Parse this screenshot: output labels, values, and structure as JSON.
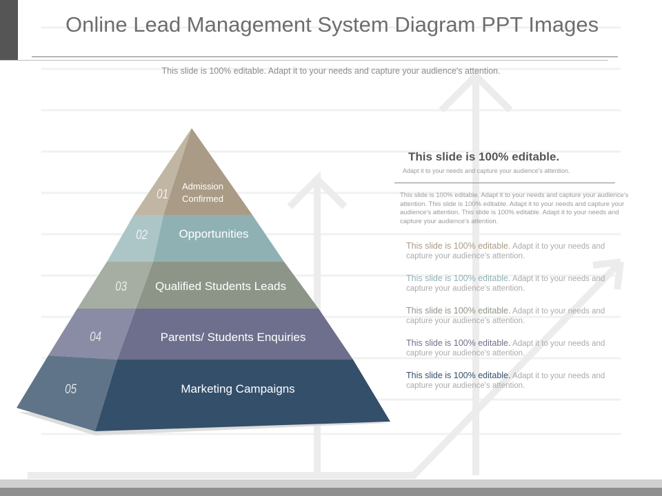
{
  "title": "Online Lead Management System Diagram PPT Images",
  "subtitle": "This slide is 100% editable. Adapt it to your needs and capture your audience's attention.",
  "pyramid": {
    "tiers": [
      {
        "number": "01",
        "label_line1": "Admission",
        "label_line2": "Confirmed",
        "color": "#a99b86"
      },
      {
        "number": "02",
        "label": "Opportunities",
        "color": "#8fb1b4"
      },
      {
        "number": "03",
        "label": "Qualified Students Leads",
        "color": "#8c9588"
      },
      {
        "number": "04",
        "label": "Parents/ Students Enquiries",
        "color": "#6e6f8c"
      },
      {
        "number": "05",
        "label": "Marketing Campaigns",
        "color": "#344f6a"
      }
    ]
  },
  "panel": {
    "heading": "This slide is 100% editable.",
    "subheading": "Adapt it to your needs and capture your audience's attention.",
    "body": "This slide is 100% editable. Adapt it to your needs and capture your audience's attention. This slide is 100% editable. Adapt it to your needs and capture your audience's attention. This slide is 100% editable. Adapt it to your needs and capture your audience's attention.",
    "items": [
      {
        "lead": "This slide is 100% editable.",
        "rest": " Adapt it to your needs and capture your audience's attention.",
        "color": "#a99b86"
      },
      {
        "lead": "This slide is 100% editable.",
        "rest": " Adapt it to your needs and capture your audience's attention.",
        "color": "#8fb1b4"
      },
      {
        "lead": "This slide is 100% editable.",
        "rest": " Adapt it to your needs and capture your audience's attention.",
        "color": "#8c9588"
      },
      {
        "lead": "This slide is 100% editable.",
        "rest": " Adapt it to your needs and capture your audience's attention.",
        "color": "#6e6f8c"
      },
      {
        "lead": "This slide is 100% editable.",
        "rest": " Adapt it to your needs and capture your audience's attention.",
        "color": "#344f6a"
      }
    ]
  }
}
